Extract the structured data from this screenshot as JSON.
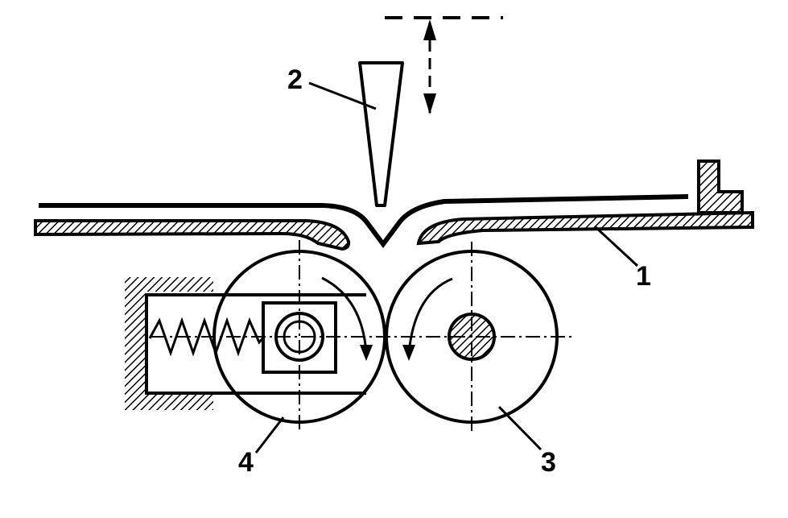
{
  "labels": {
    "part_1": "1",
    "part_2": "2",
    "part_3": "3",
    "part_4": "4"
  },
  "colors": {
    "ink": "#000000",
    "paper": "#ffffff"
  }
}
